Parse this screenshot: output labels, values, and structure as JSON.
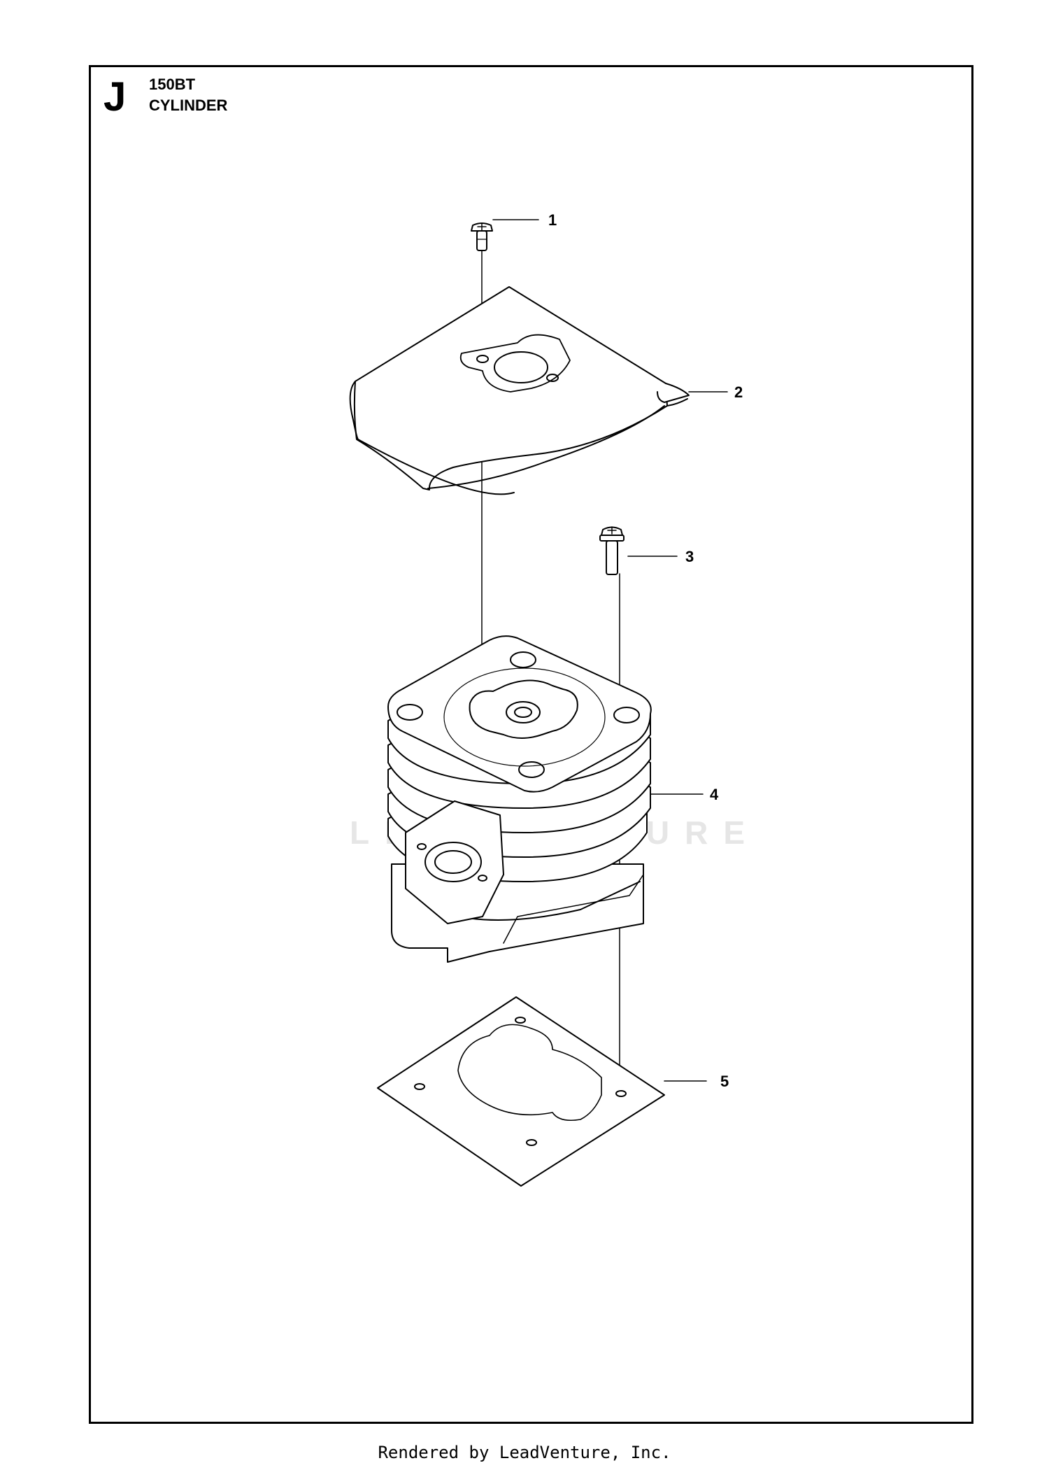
{
  "header": {
    "section_letter": "J",
    "model": "150BT",
    "title": "CYLINDER"
  },
  "watermark": "LEADVENTURE",
  "footer": "Rendered by LeadVenture, Inc.",
  "callouts": [
    {
      "num": "1",
      "part": "screw"
    },
    {
      "num": "2",
      "part": "heat-shield"
    },
    {
      "num": "3",
      "part": "cylinder-screw"
    },
    {
      "num": "4",
      "part": "cylinder"
    },
    {
      "num": "5",
      "part": "cylinder-gasket"
    }
  ]
}
